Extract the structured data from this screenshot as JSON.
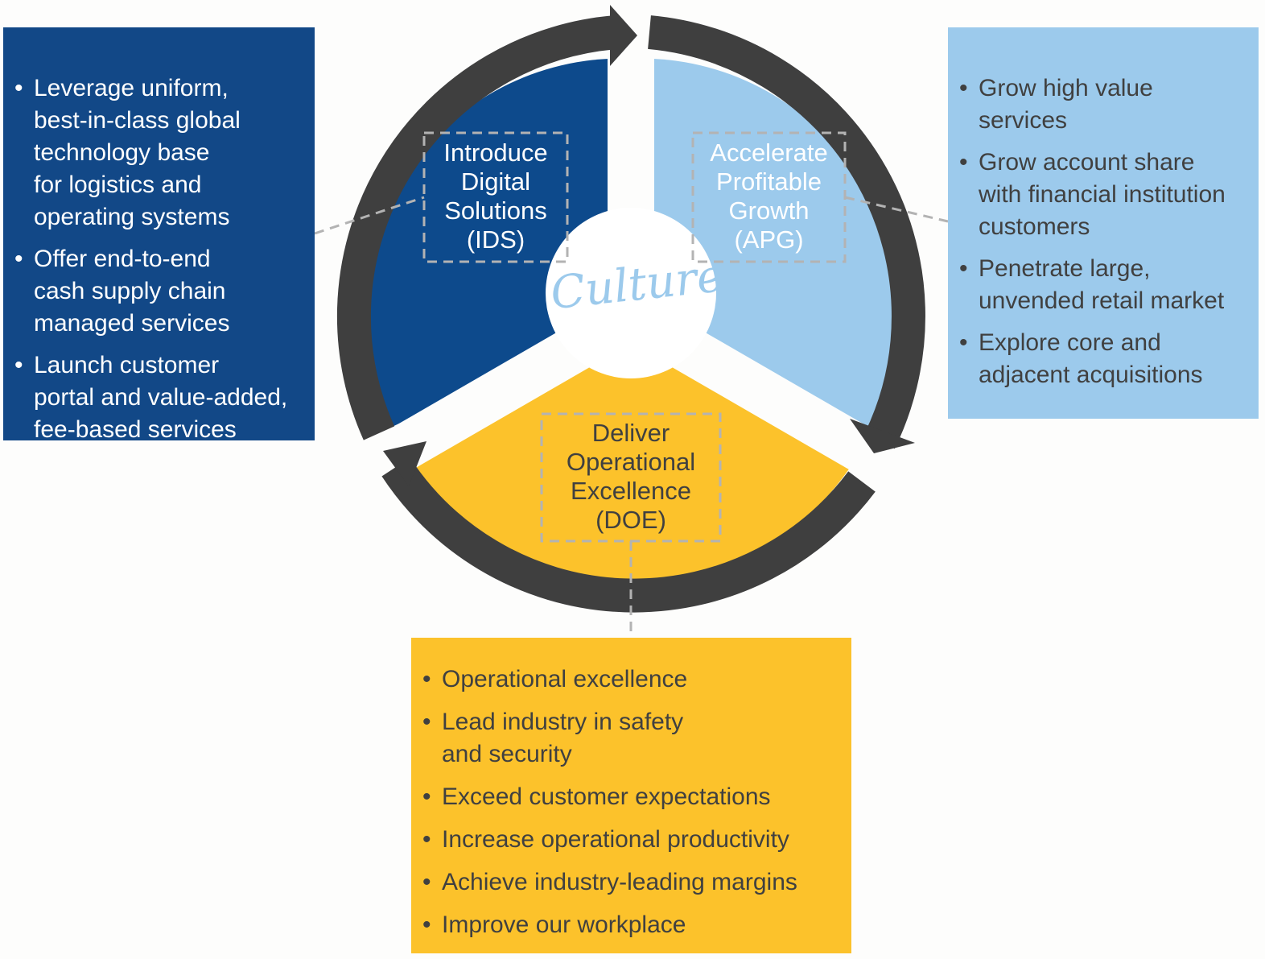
{
  "center": {
    "label": "Culture"
  },
  "segments": {
    "ids": {
      "label": "Introduce\nDigital\nSolutions\n(IDS)"
    },
    "apg": {
      "label": "Accelerate\nProfitable\nGrowth\n(APG)"
    },
    "doe": {
      "label": "Deliver\nOperational\nExcellence\n(DOE)"
    }
  },
  "panels": {
    "ids": {
      "items": [
        "Leverage uniform,\nbest-in-class global\ntechnology base\nfor logistics and\noperating systems",
        "Offer end-to-end\ncash supply chain\nmanaged services",
        "Launch customer\nportal and value-added,\nfee-based services"
      ]
    },
    "apg": {
      "items": [
        "Grow high value\nservices",
        "Grow account share\nwith financial institution\ncustomers",
        "Penetrate large,\nunvended retail market",
        "Explore core and\nadjacent acquisitions"
      ]
    },
    "doe": {
      "items": [
        "Operational excellence",
        "Lead industry in safety\nand security",
        "Exceed customer expectations",
        "Increase operational productivity",
        "Achieve industry-leading margins",
        "Improve our workplace"
      ]
    }
  },
  "colors": {
    "ids": "#0d4a8c",
    "apg": "#9ccaec",
    "doe": "#fcc22b",
    "ring": "#3f3f3f",
    "connector": "#b3b3b3"
  }
}
